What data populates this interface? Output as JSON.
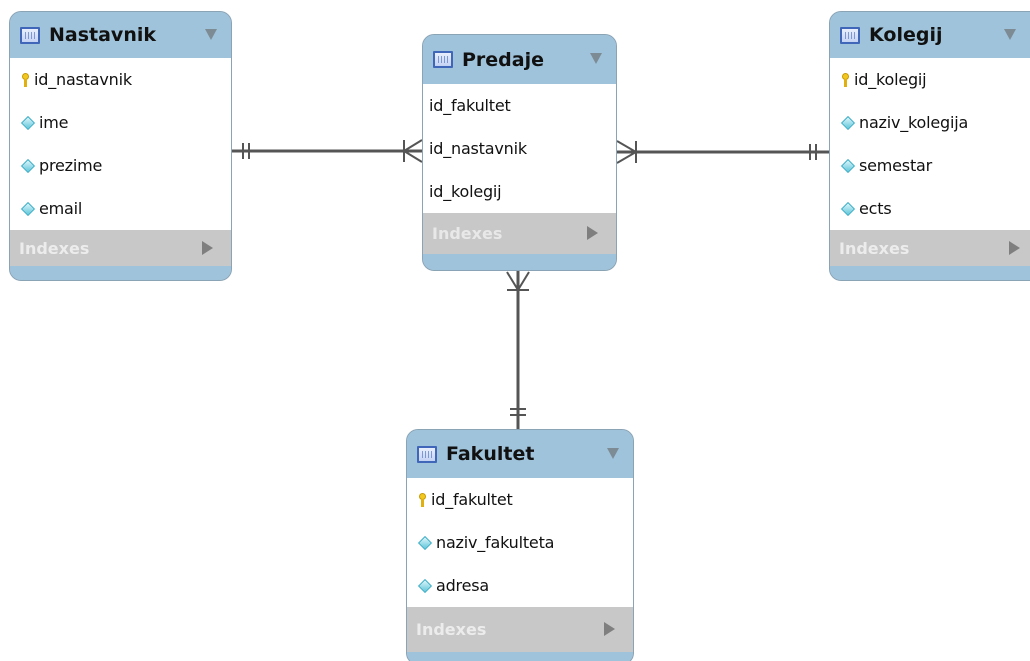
{
  "diagram": {
    "tables": [
      {
        "name": "Nastavnik",
        "columns": [
          {
            "name": "id_nastavnik",
            "icon": "primary-key-icon"
          },
          {
            "name": "ime",
            "icon": "column-diamond-icon"
          },
          {
            "name": "prezime",
            "icon": "column-diamond-icon"
          },
          {
            "name": "email",
            "icon": "column-diamond-icon"
          }
        ],
        "indexes_label": "Indexes"
      },
      {
        "name": "Predaje",
        "columns": [
          {
            "name": "id_fakultet",
            "icon": "none"
          },
          {
            "name": "id_nastavnik",
            "icon": "none"
          },
          {
            "name": "id_kolegij",
            "icon": "none"
          }
        ],
        "indexes_label": "Indexes"
      },
      {
        "name": "Kolegij",
        "columns": [
          {
            "name": "id_kolegij",
            "icon": "primary-key-icon"
          },
          {
            "name": "naziv_kolegija",
            "icon": "column-diamond-icon"
          },
          {
            "name": "semestar",
            "icon": "column-diamond-icon"
          },
          {
            "name": "ects",
            "icon": "column-diamond-icon"
          }
        ],
        "indexes_label": "Indexes"
      },
      {
        "name": "Fakultet",
        "columns": [
          {
            "name": "id_fakultet",
            "icon": "primary-key-icon"
          },
          {
            "name": "naziv_fakulteta",
            "icon": "column-diamond-icon"
          },
          {
            "name": "adresa",
            "icon": "column-diamond-icon"
          }
        ],
        "indexes_label": "Indexes"
      }
    ],
    "relationships": [
      {
        "from": "Nastavnik",
        "to": "Predaje",
        "from_cardinality": "one-and-only-one",
        "to_cardinality": "one-or-many"
      },
      {
        "from": "Kolegij",
        "to": "Predaje",
        "from_cardinality": "one-and-only-one",
        "to_cardinality": "one-or-many"
      },
      {
        "from": "Fakultet",
        "to": "Predaje",
        "from_cardinality": "one-and-only-one",
        "to_cardinality": "one-or-many"
      }
    ]
  },
  "colors": {
    "header": "#9fc3da",
    "indexes_bar": "#c8c8c8",
    "line": "#555555",
    "key": "#f2c81f",
    "diamond": "#5fc6da"
  }
}
